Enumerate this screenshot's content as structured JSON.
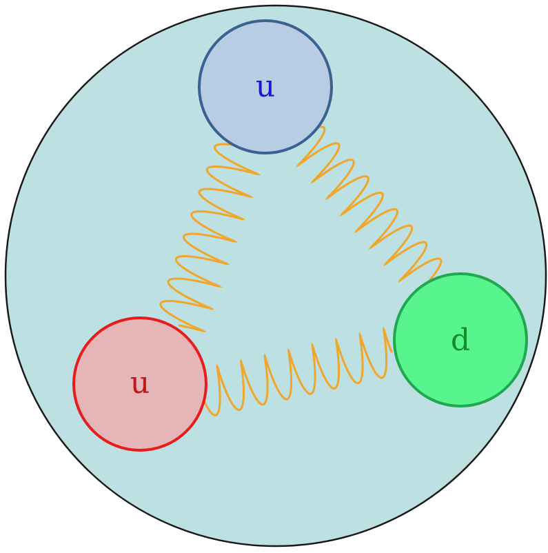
{
  "proton": {
    "fill": "#bde0e2",
    "stroke": "#1a1a1a"
  },
  "quarks": [
    {
      "label": "u",
      "fill": "#b8cce4",
      "stroke": "#3a6190",
      "text_color": "#1a1ad0"
    },
    {
      "label": "u",
      "fill": "#e6b5b8",
      "stroke": "#e81c1c",
      "text_color": "#c01818"
    },
    {
      "label": "d",
      "fill": "#58f58f",
      "stroke": "#20a850",
      "text_color": "#148c28"
    }
  ],
  "gluon_color": "#f0a62a"
}
